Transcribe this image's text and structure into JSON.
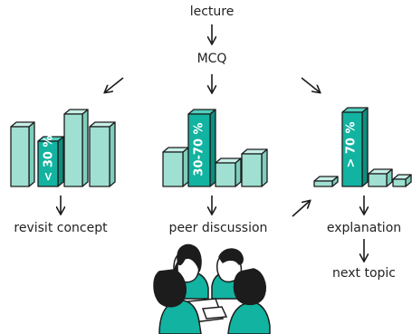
{
  "nodes": {
    "lecture": "lecture",
    "mcq": "MCQ",
    "revisit": "revisit concept",
    "peer": "peer discussion",
    "explanation": "explanation",
    "next": "next topic"
  },
  "bar_groups": [
    {
      "name": "left",
      "label": "< 30 %"
    },
    {
      "name": "middle",
      "label": "30-70 %"
    },
    {
      "name": "right",
      "label": "> 70 %"
    }
  ],
  "colors": {
    "bar_light": "#9fe0d3",
    "bar_light_side": "#7fcdbd",
    "bar_light_top": "#c7efe7",
    "bar_dark": "#12b3a0",
    "bar_dark_side": "#0d8e7f",
    "bar_dark_top": "#52cfbf",
    "stroke": "#1c1c1c",
    "people": "#12b3a0",
    "hair": "#1c1c1c",
    "skin": "#ffffff"
  }
}
